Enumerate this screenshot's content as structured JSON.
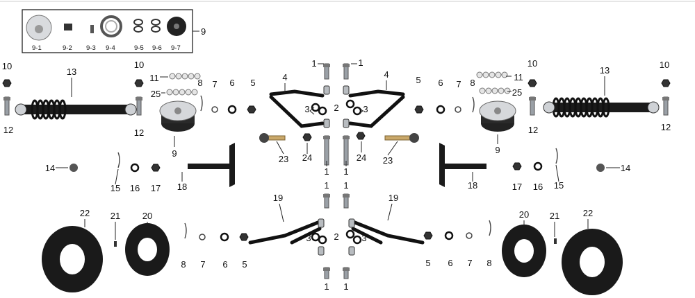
{
  "kit_label": "9",
  "kit_items": [
    "9-1",
    "9-2",
    "9-3",
    "9-4",
    "9-5",
    "9-6",
    "9-7"
  ],
  "callouts": {
    "bolt": "1",
    "bushing_pair": "2",
    "bushing": "3",
    "upper_arm": "4",
    "nut": "5",
    "washer": "6",
    "ring": "7",
    "cotter_pin": "8",
    "brake_hub": "9",
    "cap_nut": "10",
    "bearing_row": "11",
    "bolt_short": "12",
    "shock": "13",
    "dust_cap": "14",
    "cotter": "15",
    "washer_lg": "16",
    "castle_nut": "17",
    "knuckle": "18",
    "lower_arm": "19",
    "rim": "20",
    "valve": "21",
    "tire": "22",
    "tie_rod_end": "23",
    "nut_lg": "24",
    "bearing_row2": "25"
  },
  "colors": {
    "line": "#222222",
    "part": "#111111",
    "metal": "#cfd2d6",
    "rubber": "#1a1a1a"
  }
}
